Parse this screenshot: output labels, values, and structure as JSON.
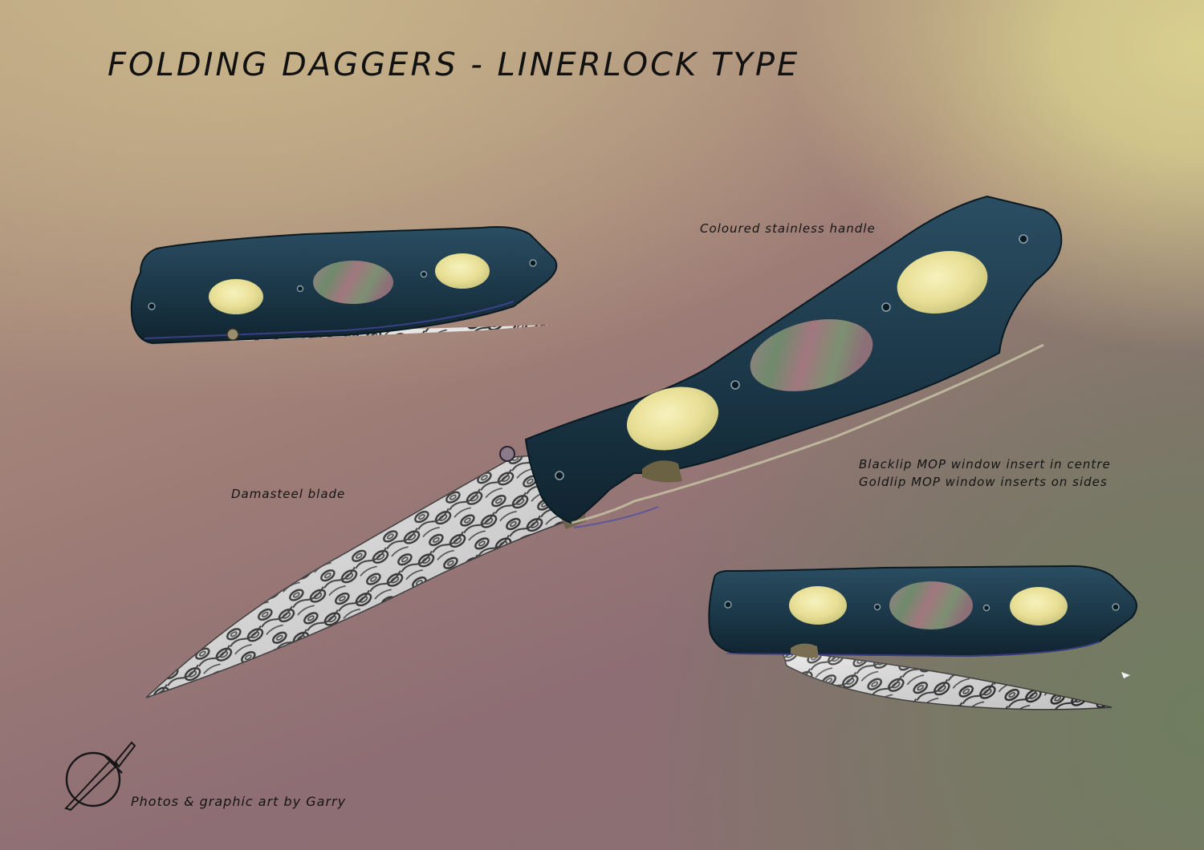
{
  "title": "FOLDING DAGGERS - LINERLOCK TYPE",
  "captions": {
    "handle": "Coloured stainless handle",
    "blade": "Damasteel blade",
    "mop_line1": "Blacklip MOP window insert in centre",
    "mop_line2": "Goldlip MOP window inserts on sides"
  },
  "credit": "Photos & graphic art by Garry",
  "colors": {
    "handle": "#1c3a4a",
    "goldlip": "#e9e39f",
    "blacklip": "#8a6a6f",
    "damascus": "#d9d9d9"
  },
  "icons": {
    "logo": "dagger-circle-logo"
  }
}
